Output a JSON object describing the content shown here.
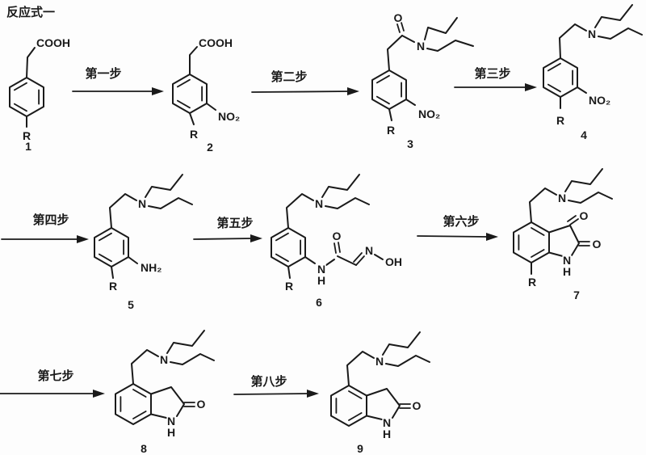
{
  "title": "反应式一",
  "colors": {
    "ink": "#1a1a1a",
    "paper": "#fdfdfd"
  },
  "steps": [
    {
      "label": "第一步"
    },
    {
      "label": "第二步"
    },
    {
      "label": "第三步"
    },
    {
      "label": "第四步"
    },
    {
      "label": "第五步"
    },
    {
      "label": "第六步"
    },
    {
      "label": "第七步"
    },
    {
      "label": "第八步"
    }
  ],
  "compounds": [
    {
      "number": "1"
    },
    {
      "number": "2"
    },
    {
      "number": "3"
    },
    {
      "number": "4"
    },
    {
      "number": "5"
    },
    {
      "number": "6"
    },
    {
      "number": "7"
    },
    {
      "number": "8"
    },
    {
      "number": "9"
    }
  ],
  "atom_labels": {
    "cooh": "COOH",
    "no2": "NO₂",
    "nh2": "NH₂",
    "n": "N",
    "o": "O",
    "h": "H",
    "oh": "OH",
    "r": "R"
  }
}
